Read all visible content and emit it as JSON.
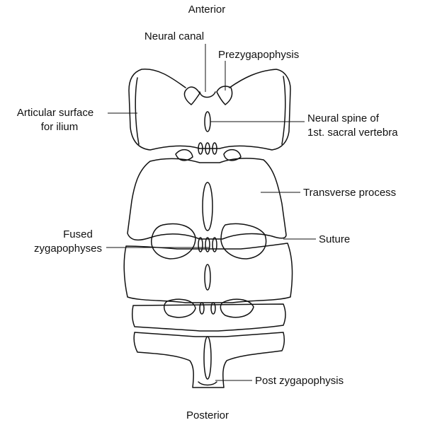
{
  "diagram": {
    "orientation": {
      "top": "Anterior",
      "bottom": "Posterior"
    },
    "labels": {
      "neural_canal": "Neural canal",
      "prezygapophysis": "Prezygapophysis",
      "articular_surface": [
        "Articular surface",
        "for ilium"
      ],
      "neural_spine": [
        "Neural spine of",
        "1st. sacral vertebra"
      ],
      "transverse_process": "Transverse process",
      "fused_zygapophyses": [
        "Fused",
        "zygapophyses"
      ],
      "suture": "Suture",
      "post_zygapophysis": "Post zygapophysis"
    }
  }
}
